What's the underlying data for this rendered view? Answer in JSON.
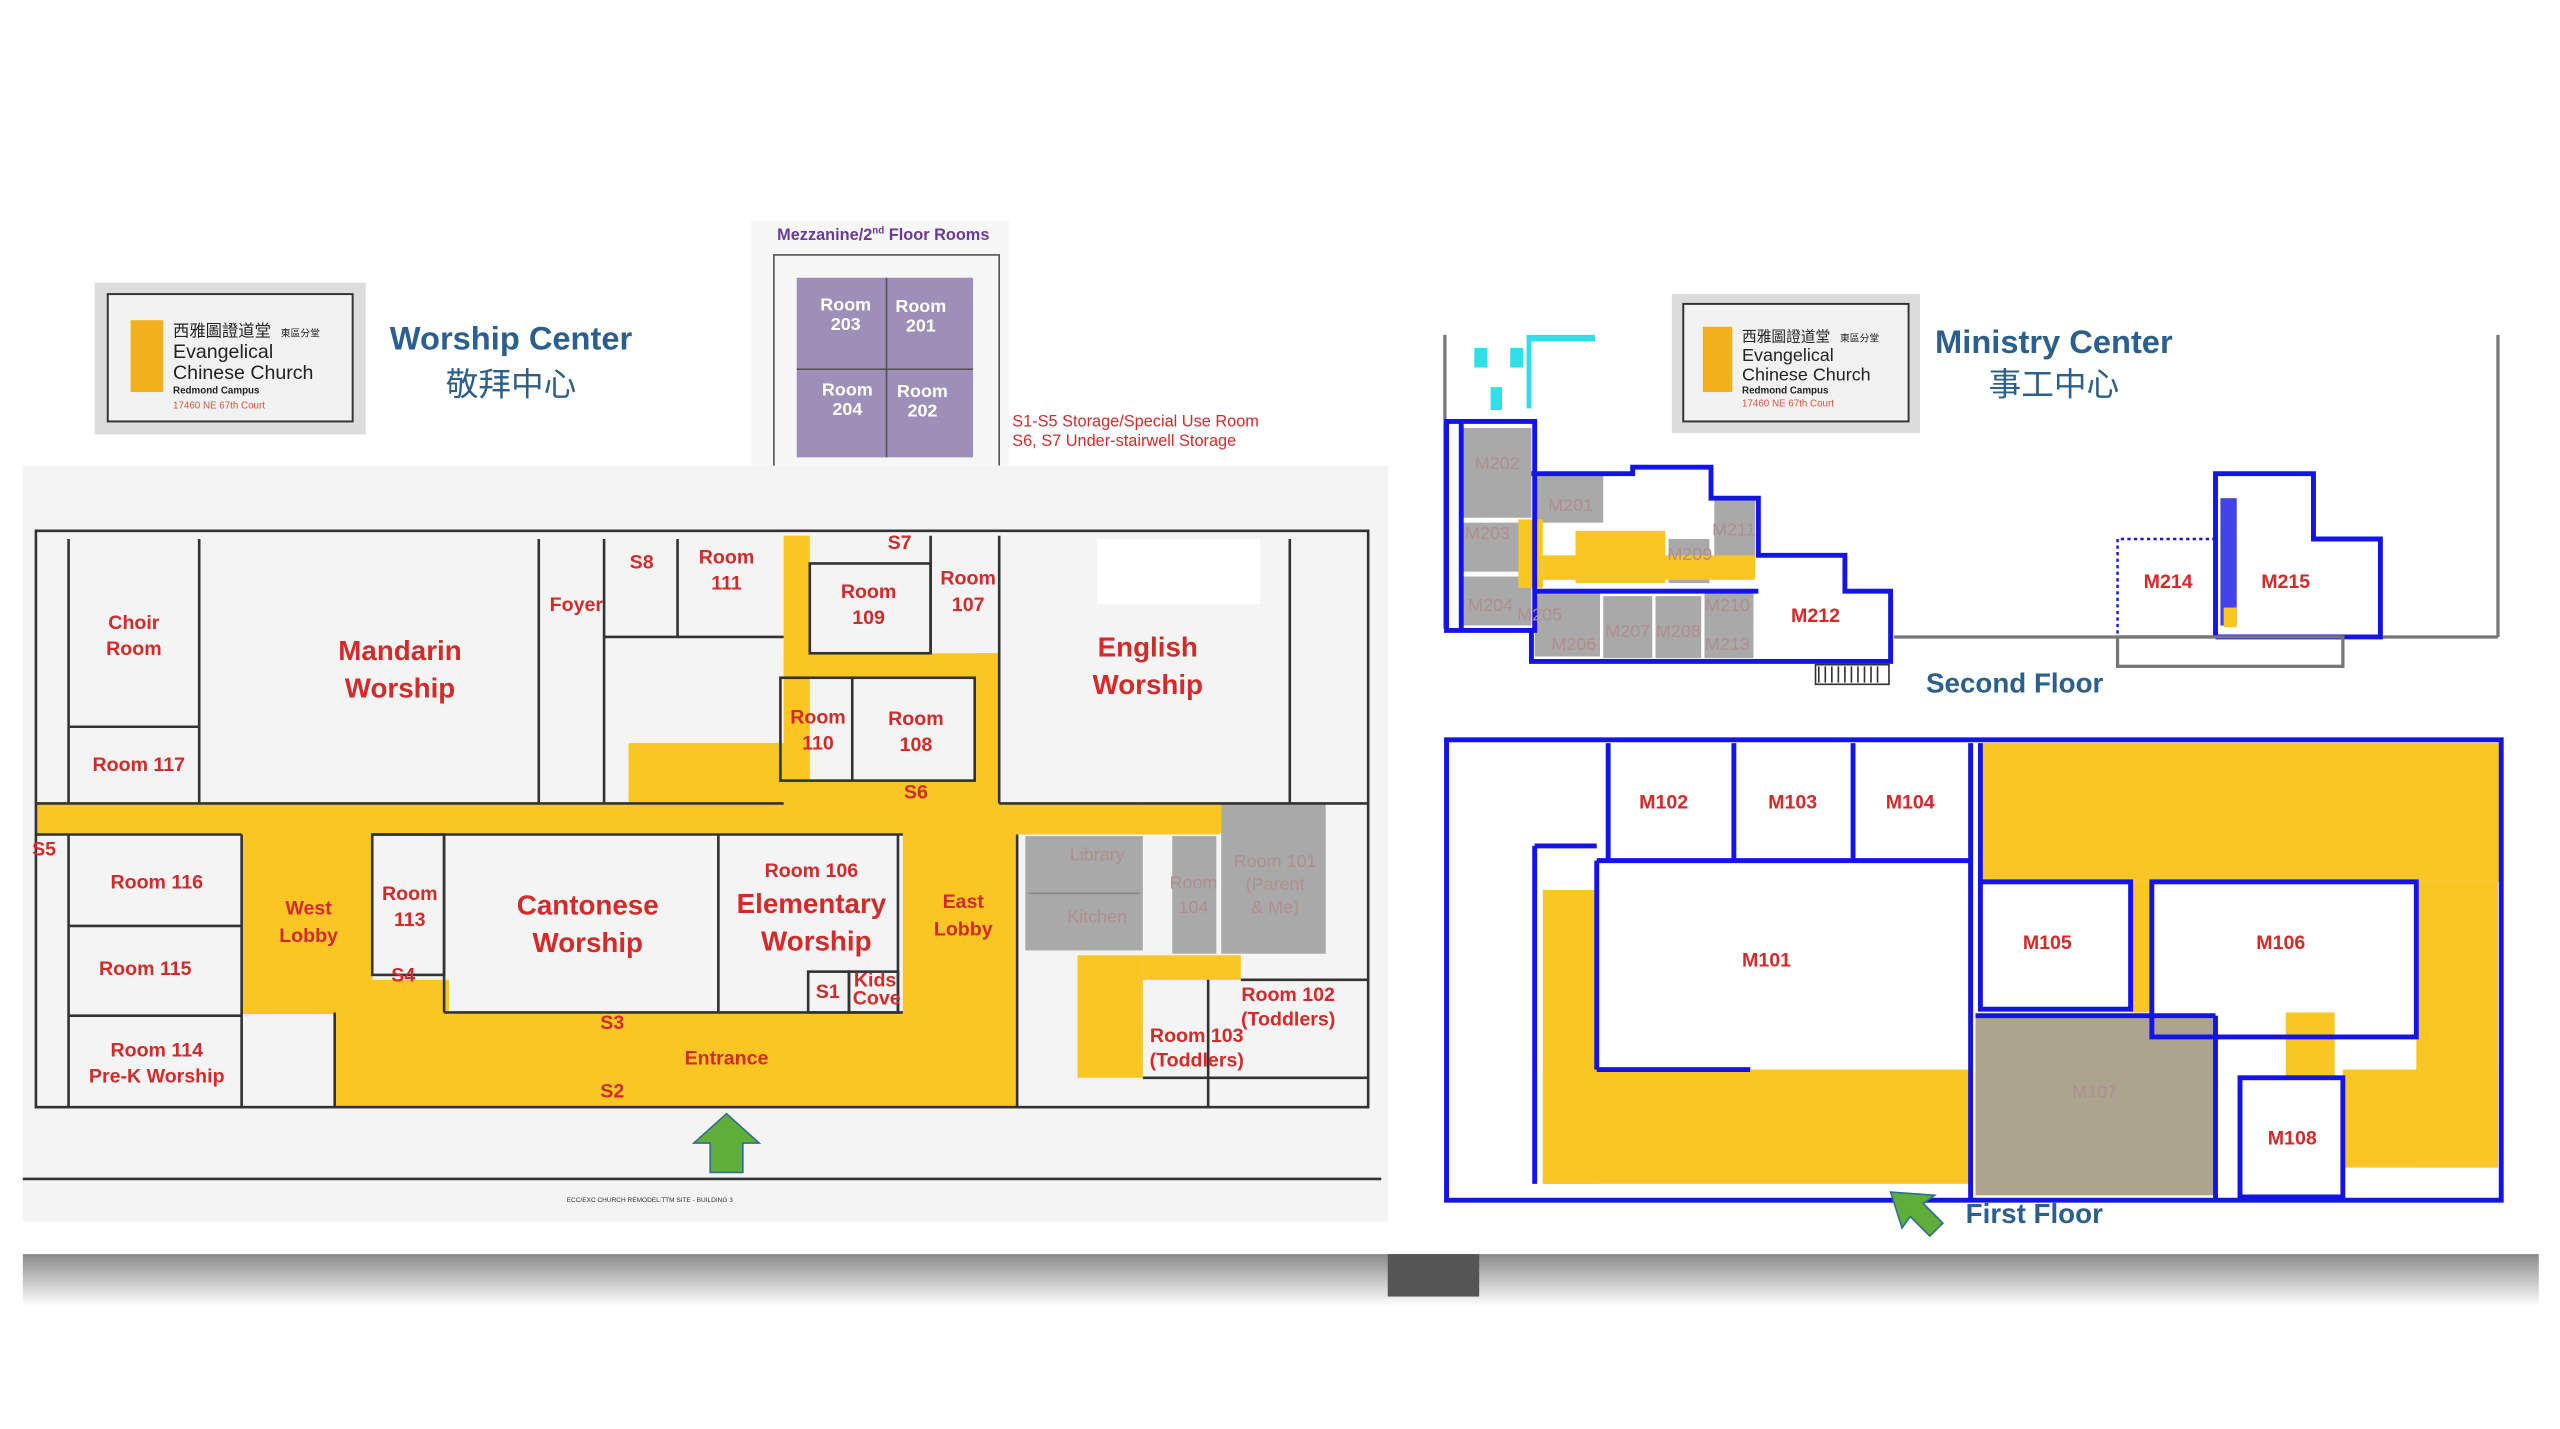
{
  "worship_center": {
    "logo": {
      "chinese": "西雅圖證道堂",
      "branch": "東區分堂",
      "line1": "Evangelical",
      "line2": "Chinese Church",
      "campus": "Redmond Campus",
      "address": "17460 NE 67th Court"
    },
    "title": "Worship Center",
    "title_zh": "敬拜中心",
    "mezzanine": {
      "title_a": "Mezzanine/2",
      "title_sup": "nd",
      "title_b": " Floor Rooms",
      "rooms": [
        {
          "l1": "Room",
          "l2": "203"
        },
        {
          "l1": "Room",
          "l2": "201"
        },
        {
          "l1": "Room",
          "l2": "204"
        },
        {
          "l1": "Room",
          "l2": "202"
        }
      ]
    },
    "legend": [
      "S1-S5 Storage/Special Use Room",
      "S6, S7 Under-stairwell Storage"
    ],
    "rooms": {
      "choir": {
        "l1": "Choir",
        "l2": "Room"
      },
      "mandarin": {
        "l1": "Mandarin",
        "l2": "Worship"
      },
      "foyer": "Foyer",
      "s8": "S8",
      "r111": {
        "l1": "Room",
        "l2": "111"
      },
      "r109": {
        "l1": "Room",
        "l2": "109"
      },
      "r107": {
        "l1": "Room",
        "l2": "107"
      },
      "s7": "S7",
      "r110": {
        "l1": "Room",
        "l2": "110"
      },
      "r108": {
        "l1": "Room",
        "l2": "108"
      },
      "s6": "S6",
      "english": {
        "l1": "English",
        "l2": "Worship"
      },
      "r117": "Room 117",
      "s5": "S5",
      "r116": "Room 116",
      "r115": "Room 115",
      "r114": {
        "l1": "Room 114",
        "l2": "Pre-K  Worship"
      },
      "west_lobby": {
        "l1": "West",
        "l2": "Lobby"
      },
      "r113": {
        "l1": "Room",
        "l2": "113"
      },
      "s4": "S4",
      "cantonese": {
        "l1": "Cantonese",
        "l2": "Worship"
      },
      "r106": "Room 106",
      "elementary": {
        "l1": "Elementary",
        "l2": "Worship"
      },
      "s1": "S1",
      "kids_cove": {
        "l1": "Kids",
        "l2": "Cove"
      },
      "east_lobby": {
        "l1": "East",
        "l2": "Lobby"
      },
      "entrance": "Entrance",
      "s3": "S3",
      "s2": "S2",
      "library": "Library",
      "kitchen": "Kitchen",
      "r104": {
        "l1": "Room",
        "l2": "104"
      },
      "r101": {
        "l1": "Room 101",
        "l2": "(Parent",
        "l3": "& Me)"
      },
      "r102": {
        "l1": "Room 102",
        "l2": "(Toddlers)"
      },
      "r103": {
        "l1": "Room 103",
        "l2": "(Toddlers)"
      }
    },
    "caption": "ECC/EXC CHURCH REMODEL TTM SITE - BUILDING 3"
  },
  "ministry_center": {
    "logo": {
      "chinese": "西雅圖證道堂",
      "branch": "東區分堂",
      "line1": "Evangelical",
      "line2": "Chinese Church",
      "campus": "Redmond Campus",
      "address": "17460 NE 67th Court"
    },
    "title": "Ministry Center",
    "title_zh": "事工中心",
    "second_floor": {
      "label": "Second Floor",
      "rooms": {
        "m201": "M201",
        "m202": "M202",
        "m203": "M203",
        "m204": "M204",
        "m205": "M205",
        "m206": "M206",
        "m207": "M207",
        "m208": "M208",
        "m209": "M209",
        "m210": "M210",
        "m211": "M211",
        "m212": "M212",
        "m213": "M213",
        "m214": "M214",
        "m215": "M215"
      }
    },
    "first_floor": {
      "label": "First Floor",
      "rooms": {
        "m101": "M101",
        "m102": "M102",
        "m103": "M103",
        "m104": "M104",
        "m105": "M105",
        "m106": "M106",
        "m107": "M107",
        "m108": "M108"
      }
    }
  },
  "colors": {
    "hallway": "#f9c623",
    "wall_blue": "#1414e6",
    "label_red": "#d42a2a",
    "title_blue": "#2b5f8e",
    "unused_gray": "#a9a9a9"
  }
}
